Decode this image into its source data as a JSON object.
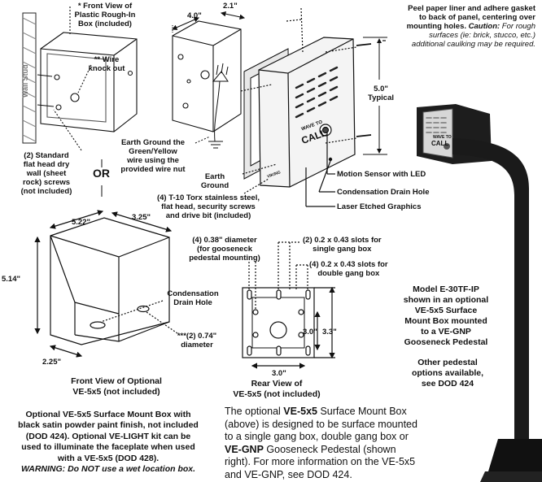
{
  "top": {
    "front_view": "* Front View of",
    "plastic_box": "Plastic Rough-In",
    "box_included": "Box (included)",
    "wire_knockout_1": "** Wire",
    "wire_knockout_2": "knock out",
    "wall_stud": "Wall Stud",
    "screws_1": "(2) Standard",
    "screws_2": "flat head dry",
    "screws_3": "wall (sheet",
    "screws_4": "rock) screws",
    "screws_5": "(not included)",
    "or": "OR",
    "dim_4_0": "4.0\"",
    "dim_2_1": "2.1\"",
    "dim_5_0": "5.0\"",
    "typical": "Typical",
    "earth_ground_1": "Earth Ground the",
    "earth_ground_2": "Green/Yellow",
    "earth_ground_3": "wire using the",
    "earth_ground_4": "provided wire nut",
    "earth_1": "Earth",
    "earth_2": "Ground",
    "torx_1": "(4) T-10 Torx stainless steel,",
    "torx_2": "flat head, security screws",
    "torx_3": "and drive bit (included)",
    "peel_1": "Peel paper liner and adhere gasket",
    "peel_2": "to back of panel, centering over",
    "peel_3a": "mounting holes. ",
    "peel_3b": "Caution:",
    "peel_3c": " For rough",
    "peel_4": "surfaces (ie: brick, stucco, etc.)",
    "peel_5": "additional caulking may be required.",
    "motion": "Motion Sensor with LED",
    "drain": "Condensation Drain Hole",
    "laser": "Laser Etched Graphics",
    "panel_wave": "WAVE TO",
    "panel_call": "CALL",
    "panel_brand": "VIKING"
  },
  "box": {
    "dim_522": "5.22\"",
    "dim_325": "3.25\"",
    "dim_514": "5.14\"",
    "dim_225": "2.25\"",
    "cond_1": "Condensation",
    "cond_2": "Drain Hole",
    "dia_1": "***(2) 0.74\"",
    "dia_2": "diameter",
    "front_title_1": "Front View of Optional",
    "front_title_2": "VE-5x5 (not included)"
  },
  "rear": {
    "hole_1": "(4) 0.38\" diameter",
    "hole_2": "(for gooseneck",
    "hole_3": "pedestal mounting)",
    "single_1": "(2) 0.2 x 0.43 slots for",
    "single_2": "single gang box",
    "double_1": "(4) 0.2 x 0.43 slots for",
    "double_2": "double gang box",
    "dim_30a": "3.0\"",
    "dim_33": "3.3\"",
    "dim_30b": "3.0\"",
    "title_1": "Rear View of",
    "title_2": "VE-5x5 (not included)"
  },
  "pedestal": {
    "l1": "Model E-30TF-IP",
    "l2": "shown in an optional",
    "l3": "VE-5x5 Surface",
    "l4": "Mount Box mounted",
    "l5": "to a VE-GNP",
    "l6": "Gooseneck Pedestal",
    "o1": "Other pedestal",
    "o2": "options available,",
    "o3": "see DOD 424",
    "panel_wave": "WAVE TO",
    "panel_call": "CALL"
  },
  "bottom_left": {
    "l1": "Optional VE-5x5 Surface Mount Box with",
    "l2": "black satin powder paint finish, not included",
    "l3": "(DOD 424). Optional VE-LIGHT kit can be",
    "l4": "used to illuminate the faceplate when used",
    "l5": "with a VE-5x5 (DOD 428).",
    "l6": "WARNING: Do NOT use a wet location box."
  },
  "bottom_mid": {
    "p1a": "The optional ",
    "p1b": "VE-5x5",
    "p1c": " Surface Mount Box",
    "p2": "(above) is designed to be surface mounted",
    "p3": "to a single gang box, double gang box or",
    "p4a": "VE-GNP",
    "p4b": " Gooseneck Pedestal (shown",
    "p5": "right). For more information on the VE-5x5",
    "p6": "and VE-GNP, see DOD 424."
  }
}
